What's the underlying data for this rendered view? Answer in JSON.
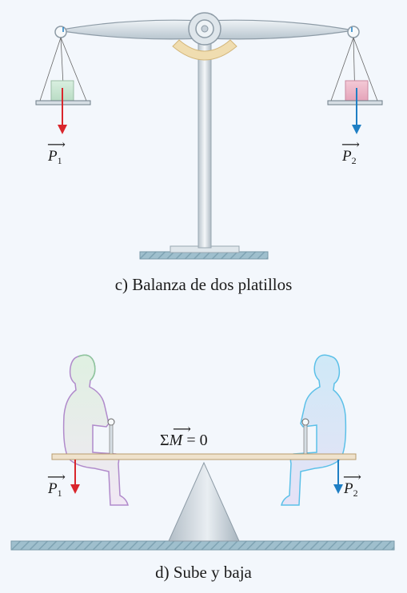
{
  "balance": {
    "caption": "c) Balanza de dos platillos",
    "left_force": {
      "symbol": "P",
      "subscript": "1",
      "arrow_color": "#d9262c"
    },
    "right_force": {
      "symbol": "P",
      "subscript": "2",
      "arrow_color": "#1f7fc4"
    }
  },
  "seesaw": {
    "caption": "d) Sube y baja",
    "equation": {
      "sum": "Σ",
      "symbol": "M",
      "rest": "= 0"
    },
    "left_force": {
      "symbol": "P",
      "subscript": "1",
      "arrow_color": "#d9262c"
    },
    "right_force": {
      "symbol": "P",
      "subscript": "2",
      "arrow_color": "#1f7fc4"
    }
  },
  "colors": {
    "background": "#f3f7fc",
    "ground": "#8fb0bf",
    "metal": "#c9d3db",
    "board": "#efe2cc",
    "person_left": "#9fd0a6",
    "person_right": "#5bc0e8"
  }
}
